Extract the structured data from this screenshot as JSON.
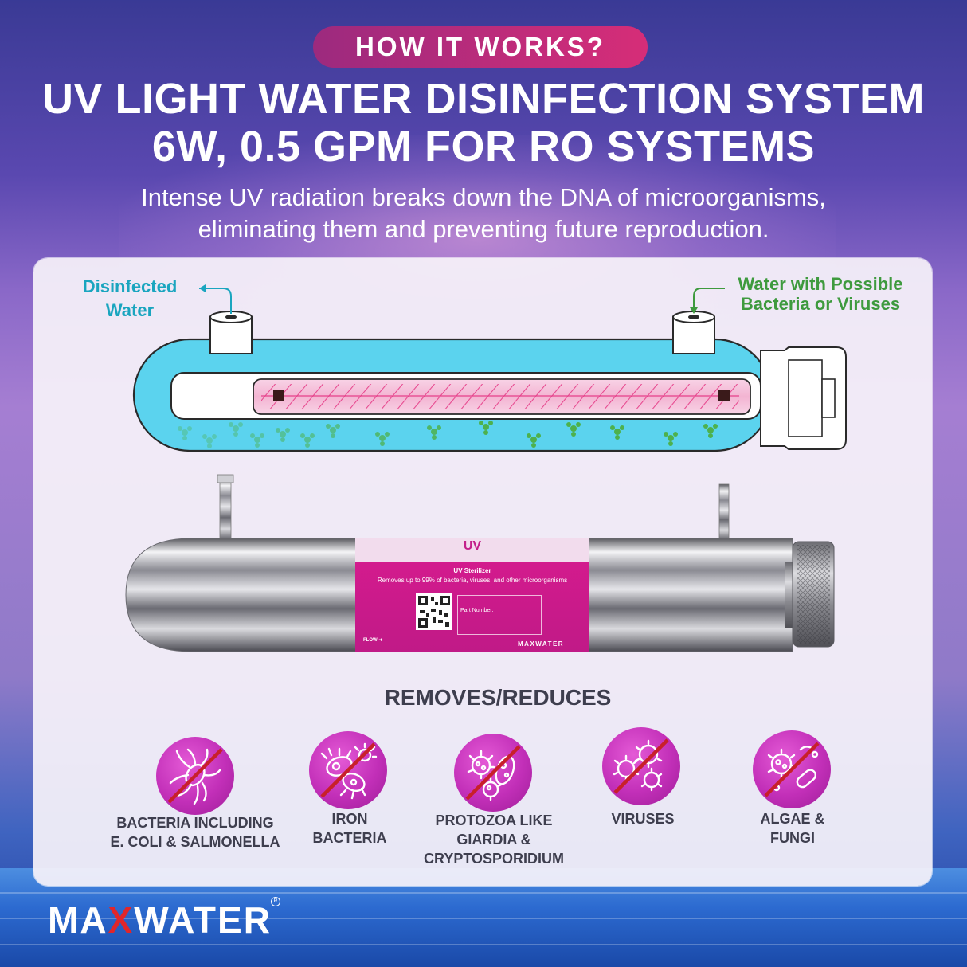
{
  "header": {
    "badge": "HOW IT WORKS?",
    "title_line1": "UV LIGHT WATER DISINFECTION SYSTEM",
    "title_line2": "6W, 0.5 GPM FOR RO SYSTEMS",
    "subtitle_line1": "Intense UV radiation breaks down the DNA of microorganisms,",
    "subtitle_line2": "eliminating them and preventing future reproduction."
  },
  "diagram": {
    "outlet_label_line1": "Disinfected",
    "outlet_label_line2": "Water",
    "inlet_label_line1": "Water with Possible",
    "inlet_label_line2": "Bacteria or Viruses",
    "colors": {
      "water": "#5bd3ee",
      "uv": "#e6408a",
      "outlet_text": "#1aa5bf",
      "inlet_text": "#3e9a3e"
    }
  },
  "product_sticker": {
    "heading": "UV",
    "name": "UV Sterilizer",
    "description": "Removes up to 99% of bacteria, viruses, and other microorganisms",
    "part_number_label": "Part Number:",
    "flow_label": "FLOW",
    "brand": "MAXWATER"
  },
  "removes": {
    "heading": "REMOVES/REDUCES",
    "items": [
      {
        "icon": "bacteria-icon",
        "line1": "BACTERIA INCLUDING",
        "line2": "E. COLI & SALMONELLA",
        "line3": ""
      },
      {
        "icon": "iron-bacteria-icon",
        "line1": "IRON",
        "line2": "BACTERIA",
        "line3": ""
      },
      {
        "icon": "protozoa-icon",
        "line1": "PROTOZOA LIKE",
        "line2": "GIARDIA &",
        "line3": "CRYPTOSPORIDIUM"
      },
      {
        "icon": "virus-icon",
        "line1": "VIRUSES",
        "line2": "",
        "line3": ""
      },
      {
        "icon": "algae-fungi-icon",
        "line1": "ALGAE &",
        "line2": "FUNGI",
        "line3": ""
      }
    ]
  },
  "footer": {
    "brand_pre": "MA",
    "brand_x": "X",
    "brand_post": "WATER",
    "registered": "R",
    "colors": {
      "brand_x": "#e0262b"
    }
  }
}
